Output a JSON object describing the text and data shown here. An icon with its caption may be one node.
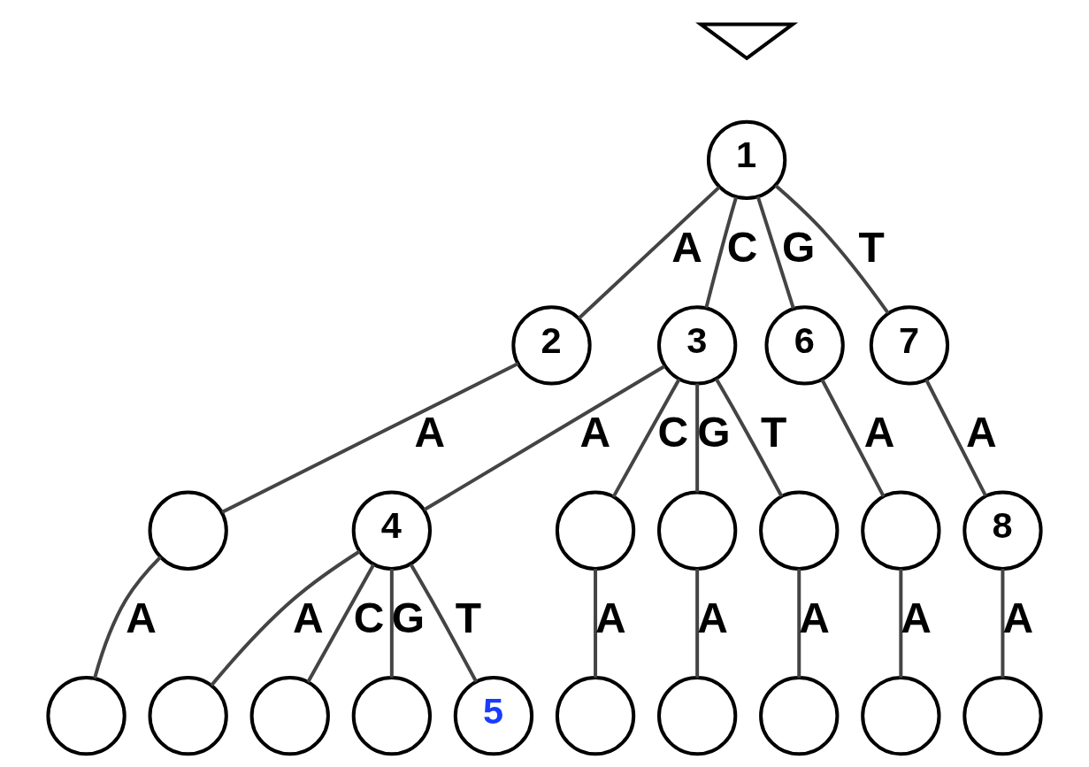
{
  "diagram": {
    "nodes": [
      {
        "text": [],
        "shape": "triangle"
      },
      {
        "text": [
          "1"
        ]
      },
      {
        "text": [
          "2"
        ]
      },
      {
        "text": [
          "3"
        ]
      },
      {
        "text": [
          "6"
        ]
      },
      {
        "text": [
          "7"
        ]
      },
      {
        "text": [],
        "shape": "circle"
      },
      {
        "text": [
          "4"
        ]
      },
      {
        "text": [],
        "shape": "circle"
      },
      {
        "text": [],
        "shape": "circle"
      },
      {
        "text": [],
        "shape": "circle"
      },
      {
        "text": [],
        "shape": "circle"
      },
      {
        "text": [
          "8"
        ]
      },
      {
        "text": [],
        "shape": "circle"
      },
      {
        "text": [],
        "shape": "circle"
      },
      {
        "text": [],
        "shape": "circle"
      },
      {
        "text": [],
        "shape": "circle"
      },
      {
        "text": [
          "5"
        ]
      },
      {
        "text": [],
        "shape": "circle"
      },
      {
        "text": [],
        "shape": "circle"
      },
      {
        "text": [],
        "shape": "circle"
      },
      {
        "text": [],
        "shape": "circle"
      },
      {
        "text": [],
        "shape": "circle"
      }
    ],
    "edges": [
      {
        "from": 1,
        "to": 2,
        "arrow": "none",
        "label": "A"
      },
      {
        "from": 1,
        "to": 3,
        "arrow": "none",
        "label": "C"
      },
      {
        "from": 1,
        "to": 4,
        "arrow": "none",
        "label": "G"
      },
      {
        "from": 1,
        "to": 5,
        "arrow": "none",
        "label": "T"
      },
      {
        "from": 2,
        "to": 6,
        "arrow": "none",
        "label": "A"
      },
      {
        "from": 3,
        "to": 7,
        "arrow": "none",
        "label": "A"
      },
      {
        "from": 3,
        "to": 8,
        "arrow": "none",
        "label": "C"
      },
      {
        "from": 3,
        "to": 9,
        "arrow": "none",
        "label": "G"
      },
      {
        "from": 3,
        "to": 10,
        "arrow": "none",
        "label": "T"
      },
      {
        "from": 4,
        "to": 11,
        "arrow": "none",
        "label": "A"
      },
      {
        "from": 5,
        "to": 12,
        "arrow": "none",
        "label": "A"
      },
      {
        "from": 6,
        "to": 13,
        "arrow": "none",
        "label": "A"
      },
      {
        "from": 7,
        "to": 14,
        "arrow": "none",
        "label": "A"
      },
      {
        "from": 7,
        "to": 15,
        "arrow": "none",
        "label": "C"
      },
      {
        "from": 7,
        "to": 16,
        "arrow": "none",
        "label": "G"
      },
      {
        "from": 7,
        "to": 17,
        "arrow": "none",
        "label": "T"
      },
      {
        "from": 8,
        "to": 18,
        "arrow": "none",
        "label": "A"
      },
      {
        "from": 9,
        "to": 19,
        "arrow": "none",
        "label": "A"
      },
      {
        "from": 10,
        "to": 20,
        "arrow": "none",
        "label": "A"
      },
      {
        "from": 11,
        "to": 21,
        "arrow": "none",
        "label": "A"
      },
      {
        "from": 12,
        "to": 22,
        "arrow": "none",
        "label": "A"
      }
    ]
  }
}
